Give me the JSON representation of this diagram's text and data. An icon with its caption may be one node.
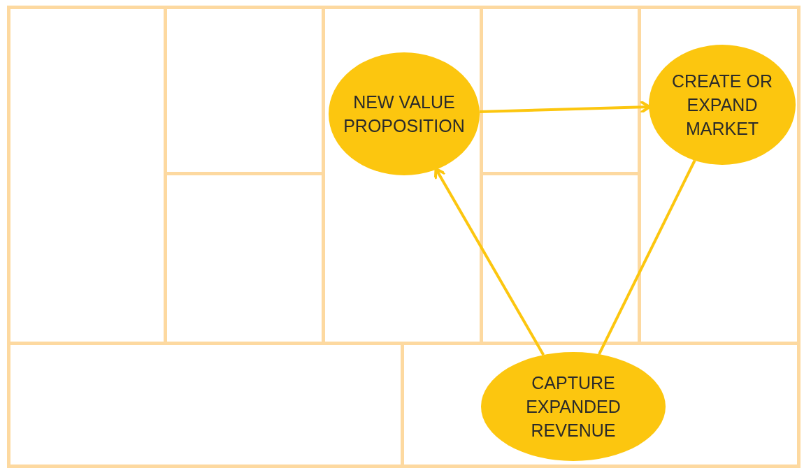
{
  "diagram": {
    "nodes": [
      {
        "text": [
          "NEW VALUE PROPOSITION"
        ]
      },
      {
        "text": [
          "CREATE OR EXPAND MARKET"
        ]
      },
      {
        "text": [
          "CAPTURE EXPANDED REVENUE"
        ]
      }
    ],
    "edges": [
      {
        "from": 0,
        "to": 1,
        "arrow": "to"
      },
      {
        "from": 2,
        "to": 0,
        "arrow": "to"
      },
      {
        "from": 2,
        "to": 1,
        "arrow": "none"
      }
    ]
  }
}
